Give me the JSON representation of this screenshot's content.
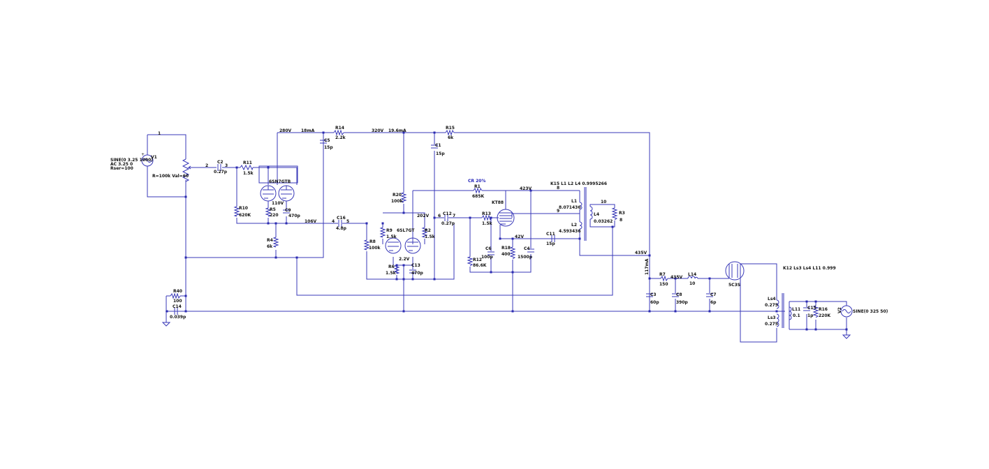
{
  "labels": {
    "v1_name": "V1",
    "v1_spec_1": "SINE(0 3.25 1000)",
    "v1_spec_2": "AC 3.25 0",
    "v1_spec_3": "Rser=100",
    "pot_label": "R=100k Val=60",
    "node_1": "1",
    "node_2": "2",
    "node_3": "3",
    "node_4": "4",
    "node_5": "5",
    "node_6": "6",
    "node_7": "7",
    "node_8": "8",
    "node_9": "9",
    "node_10": "10",
    "c2_name": "C2",
    "c2_val": "0.27p",
    "r11_name": "R11",
    "r11_val": "1.5k",
    "tube1_name": "6SN7GTB",
    "v110": "110V",
    "r5_name": "R5",
    "r5_val": "220",
    "c9_name": "C9",
    "c9_val": "470p",
    "r10_name": "R10",
    "r10_val": "620K",
    "r4_name": "R4",
    "r4_val": "6k",
    "v280": "280V",
    "ma18": "18mA",
    "c5_name": "C5",
    "c5_val": "15p",
    "r14_name": "R14",
    "r14_val": "2.2k",
    "v320": "320V",
    "ma196": "19.6mA",
    "r15_name": "R15",
    "r15_val": "6k",
    "c1_name": "C1",
    "c1_val": "15p",
    "v106": "106V",
    "c16_name": "C16",
    "c16_val": "4.8p",
    "r20_name": "R20",
    "r20_val": "100k",
    "tube2_name": "6SL7GT",
    "r9_name": "R9",
    "r9_val": "1.5k",
    "r2_name": "R2",
    "r2_val": "1.5k",
    "r8_name": "R8",
    "r8_val": "100k",
    "v22": "2.2V",
    "r6_name": "R6",
    "r6_val": "1.5k",
    "c13_name": "C13",
    "c13_val": "470p",
    "v202": "202V",
    "cr": "CR 20%",
    "r1_name": "R1",
    "r1_val": "685K",
    "c12_name": "C12",
    "c12_val": "0.27p",
    "tube3_name": "KT88",
    "r13_name": "R13",
    "r13_val": "1.5k",
    "r12_name": "R12",
    "r12_val": "86.6K",
    "c6_name": "C6",
    "c6_val": "100p",
    "r18_name": "R18",
    "r18_val": "400",
    "c4_name": "C4",
    "c4_val": "1500p",
    "v42": "42V",
    "v423": "423V",
    "c11_name": "C11",
    "c11_val": "15p",
    "k15": "K15  L1 L2 L4 0.9995266",
    "l1_name": "L1",
    "l1_val": "8.071436",
    "l2_name": "L2",
    "l2_val": "4.593436",
    "l4_name": "L4",
    "l4_val": "0.03262",
    "r3_name": "R3",
    "r3_val": "8",
    "v435": "435V",
    "ma117": "117mA",
    "r7_name": "R7",
    "r7_val": "150",
    "v435b": "435V",
    "l14_name": "L14",
    "l14_val": "10",
    "rect_name": "5C3S",
    "k12": "K12  Ls3 Ls4 L11 0.999",
    "c3_name": "C3",
    "c3_val": "60p",
    "c8_name": "C8",
    "c8_val": "390p",
    "c7_name": "C7",
    "c7_val": "6p",
    "ls4_name": "Ls4",
    "ls4_val": "0.275",
    "ls3_name": "Ls3",
    "ls3_val": "0.275",
    "l11_name": "L11",
    "l11_val": "0.1",
    "c15_name": "C15",
    "c15_val": "1p",
    "r16_name": "R16",
    "r16_val": "220K",
    "v2_name": "V2",
    "v2_spec": "SINE(0 325 50)",
    "r40_name": "R40",
    "r40_val": "100",
    "c14_name": "C14",
    "c14_val": "0.039p"
  }
}
